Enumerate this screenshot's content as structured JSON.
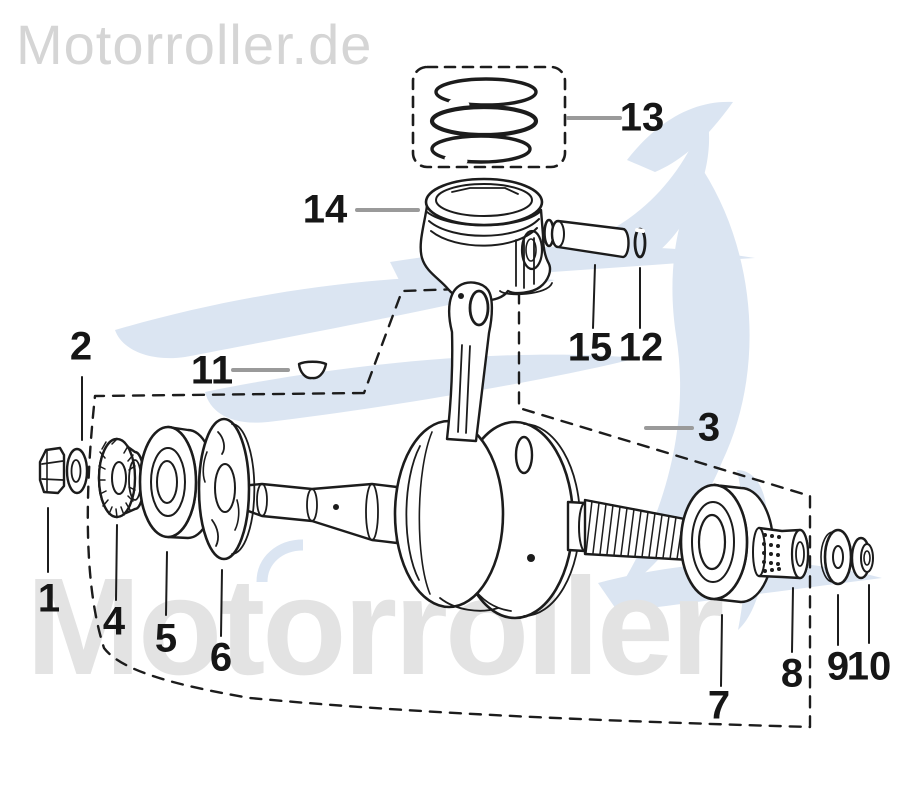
{
  "watermarks": {
    "top": "Motorroller.de",
    "big": "Motorroller"
  },
  "colors": {
    "background": "#ffffff",
    "line": "#1c1c1c",
    "leader_gray": "#9a9a9a",
    "watermark_top_gray": "#d5d5d5",
    "watermark_big_gray": "#e3e3e3",
    "watermark_blue": "#dbe5f2"
  },
  "diagram": {
    "title_visible": false,
    "parts": [
      {
        "label": "1"
      },
      {
        "label": "2"
      },
      {
        "label": "3"
      },
      {
        "label": "4"
      },
      {
        "label": "5"
      },
      {
        "label": "6"
      },
      {
        "label": "7"
      },
      {
        "label": "8"
      },
      {
        "label": "9"
      },
      {
        "label": "10"
      },
      {
        "label": "11"
      },
      {
        "label": "12"
      },
      {
        "label": "13"
      },
      {
        "label": "14"
      },
      {
        "label": "15"
      }
    ]
  }
}
